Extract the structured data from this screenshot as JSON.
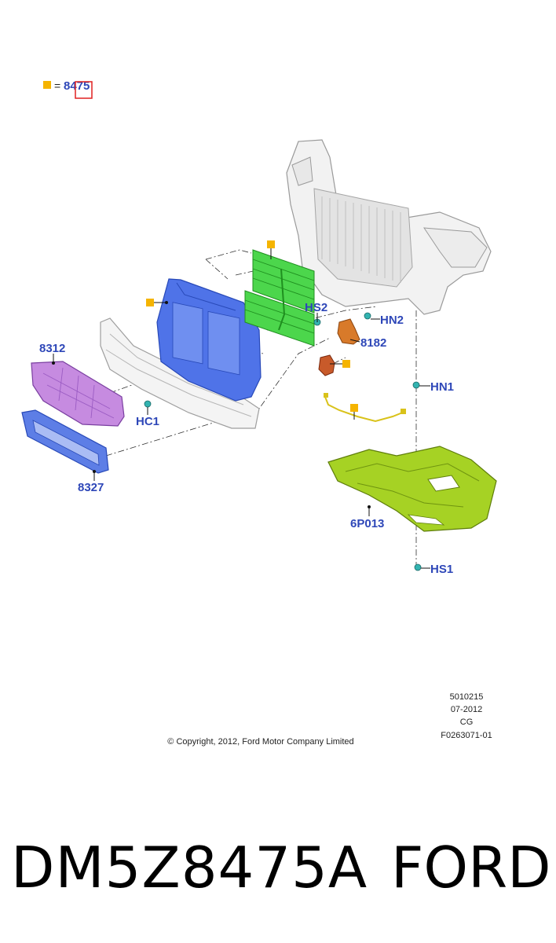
{
  "legend": {
    "equals": "=",
    "part": "8475",
    "marker_color": "#f5b400"
  },
  "callouts": [
    {
      "id": "hs2",
      "text": "HS2"
    },
    {
      "id": "hn2",
      "text": "HN2"
    },
    {
      "id": "8182",
      "text": "8182"
    },
    {
      "id": "8312",
      "text": "8312"
    },
    {
      "id": "hn1",
      "text": "HN1"
    },
    {
      "id": "hc1",
      "text": "HC1"
    },
    {
      "id": "8327",
      "text": "8327"
    },
    {
      "id": "6p013",
      "text": "6P013"
    },
    {
      "id": "hs1",
      "text": "HS1"
    }
  ],
  "metadata": [
    "5010215",
    "07-2012",
    "CG",
    "F0263071-01"
  ],
  "copyright": "© Copyright, 2012, Ford Motor Company Limited",
  "part_number": "DM5Z8475A",
  "brand": "FORD",
  "colors": {
    "callout_text": "#2e47b8",
    "deflector_purple": "#c68be0",
    "grille_blue": "#5d7ee6",
    "shroud_blue": "#4f73e8",
    "shutter_green": "#4cd64c",
    "splash_shield": "#a6d224",
    "bracket_orange": "#d87a2a",
    "fastener_teal": "#33b3b0",
    "selection_box": "#e02020"
  }
}
